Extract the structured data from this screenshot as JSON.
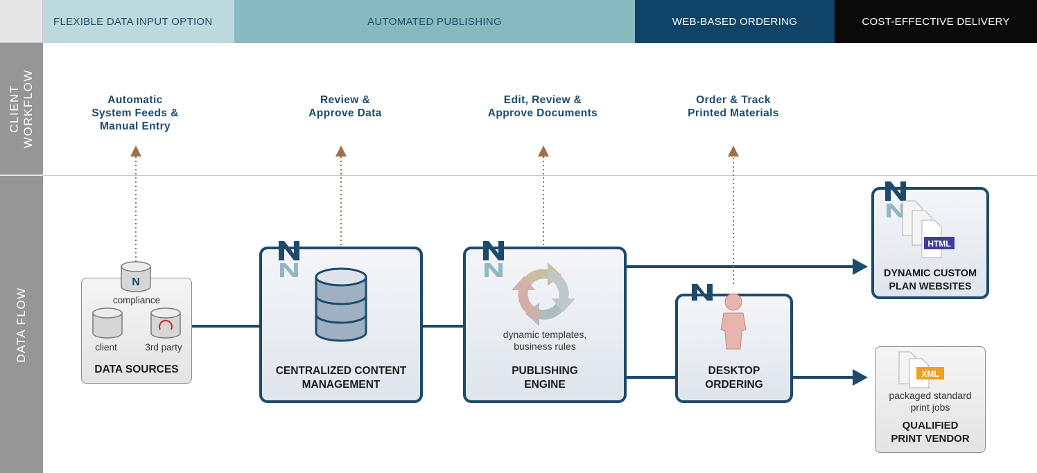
{
  "header": {
    "flexible_data_input": "FLEXIBLE DATA INPUT OPTION",
    "automated_publishing": "AUTOMATED PUBLISHING",
    "web_based_ordering": "WEB-BASED ORDERING",
    "cost_effective_delivery": "COST-EFFECTIVE DELIVERY"
  },
  "sidebar": {
    "client_workflow_line1": "CLIENT",
    "client_workflow_line2": "WORKFLOW",
    "data_flow": "DATA FLOW"
  },
  "workflow": {
    "step1": [
      "Automatic",
      "System Feeds &",
      "Manual Entry"
    ],
    "step2": [
      "Review &",
      "Approve Data"
    ],
    "step3": [
      "Edit, Review &",
      "Approve Documents"
    ],
    "step4": [
      "Order & Track",
      "Printed Materials"
    ]
  },
  "nodes": {
    "data_sources": {
      "title": "DATA SOURCES",
      "compliance": "compliance",
      "client": "client",
      "third_party": "3rd party"
    },
    "content_management": {
      "title_line1": "CENTRALIZED CONTENT",
      "title_line2": "MANAGEMENT"
    },
    "publishing_engine": {
      "sub_line1": "dynamic templates,",
      "sub_line2": "business rules",
      "title_line1": "PUBLISHING",
      "title_line2": "ENGINE"
    },
    "desktop_ordering": {
      "title_line1": "DESKTOP",
      "title_line2": "ORDERING"
    },
    "websites": {
      "badge": "HTML",
      "title_line1": "DYNAMIC CUSTOM",
      "title_line2": "PLAN WEBSITES"
    },
    "print_vendor": {
      "badge": "XML",
      "sub_line1": "packaged standard",
      "sub_line2": "print jobs",
      "title_line1": "QUALIFIED",
      "title_line2": "PRINT VENDOR"
    }
  },
  "logo_letter": "N",
  "colors": {
    "navy": "#1c4a6c",
    "teal_light": "#bcdadd",
    "teal": "#88b9bf",
    "dark_blue": "#0f4468",
    "black": "#0a0a0a",
    "dotted_arrow": "#a0704a",
    "html_badge": "#3d3f9a",
    "xml_badge": "#f0a020"
  }
}
